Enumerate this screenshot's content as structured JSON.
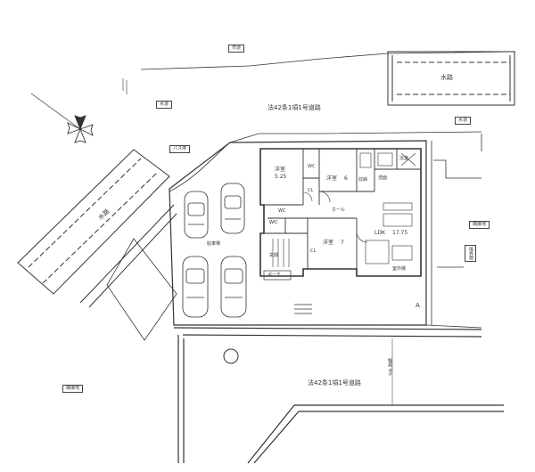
{
  "plan": {
    "road_north": "法42条1項1号道路",
    "road_south": "法42条1項1号道路",
    "road_width": "幅員 9m",
    "waterway_top": "水路",
    "waterway_left": "水路",
    "marker_a": "A",
    "tags": {
      "top_center": "市道",
      "left_top": "水道",
      "right_top": "水道",
      "bus_stop": "バス停",
      "right_mid": "隣接地",
      "bottom_left": "隣接地",
      "right_side": "境界標"
    },
    "rooms": [
      {
        "name": "洋室",
        "size": "5.25"
      },
      {
        "name": "洋室",
        "size": "6"
      },
      {
        "name": "洋室",
        "size": "7"
      },
      {
        "name": "LDK",
        "size": "17.75"
      }
    ],
    "room_small": {
      "wc1": "WC",
      "wc2": "WC",
      "closet1": "CL",
      "closet2": "CL",
      "wic": "WIC",
      "bath": "浴室",
      "wash": "洗面",
      "storage": "収納",
      "hall": "ホール",
      "entrance": "玄関",
      "porch": "ポーチ"
    },
    "notes": {
      "parking": "駐車場",
      "aircon": "室外機"
    }
  }
}
